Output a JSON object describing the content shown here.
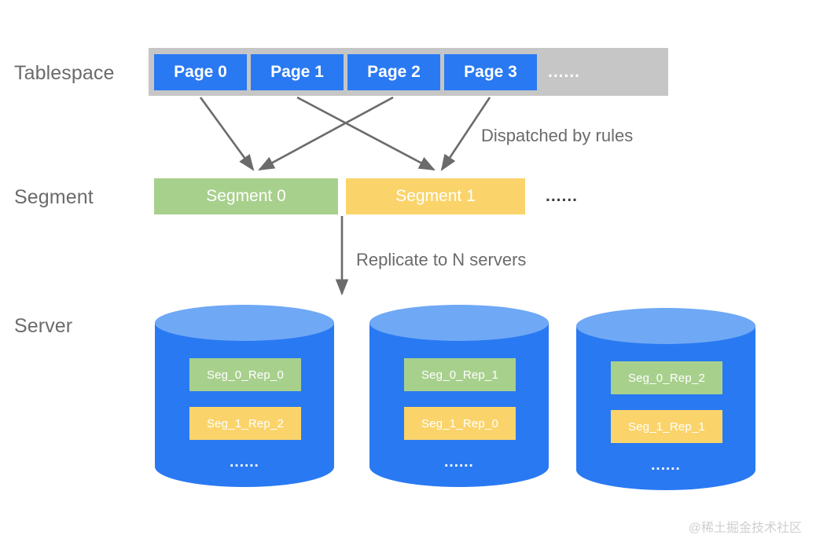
{
  "rows": {
    "tablespace_label": "Tablespace",
    "segment_label": "Segment",
    "server_label": "Server"
  },
  "tablespace": {
    "pages": [
      {
        "label": "Page 0"
      },
      {
        "label": "Page 1"
      },
      {
        "label": "Page 2"
      },
      {
        "label": "Page 3"
      }
    ],
    "ellipsis": "......",
    "strip_color": "#c6c6c6",
    "page_color": "#2979f2"
  },
  "segments": {
    "items": [
      {
        "label": "Segment 0",
        "color": "#a8d08d"
      },
      {
        "label": "Segment 1",
        "color": "#fad46b"
      }
    ],
    "ellipsis": "......"
  },
  "annotations": {
    "dispatch": "Dispatched by rules",
    "replicate": "Replicate to N servers"
  },
  "servers": [
    {
      "chips": [
        {
          "label": "Seg_0_Rep_0",
          "color": "#a8d08d"
        },
        {
          "label": "Seg_1_Rep_2",
          "color": "#fad46b"
        }
      ],
      "ellipsis": "......"
    },
    {
      "chips": [
        {
          "label": "Seg_0_Rep_1",
          "color": "#a8d08d"
        },
        {
          "label": "Seg_1_Rep_0",
          "color": "#fad46b"
        }
      ],
      "ellipsis": "......"
    },
    {
      "chips": [
        {
          "label": "Seg_0_Rep_2",
          "color": "#a8d08d"
        },
        {
          "label": "Seg_1_Rep_1",
          "color": "#fad46b"
        }
      ],
      "ellipsis": "......"
    }
  ],
  "colors": {
    "arrow": "#6b6b6b",
    "cylinder_body": "#2979f2",
    "cylinder_top": "#6fa8f5",
    "label_text": "#6b6b6b"
  },
  "watermark": "@稀土掘金技术社区"
}
